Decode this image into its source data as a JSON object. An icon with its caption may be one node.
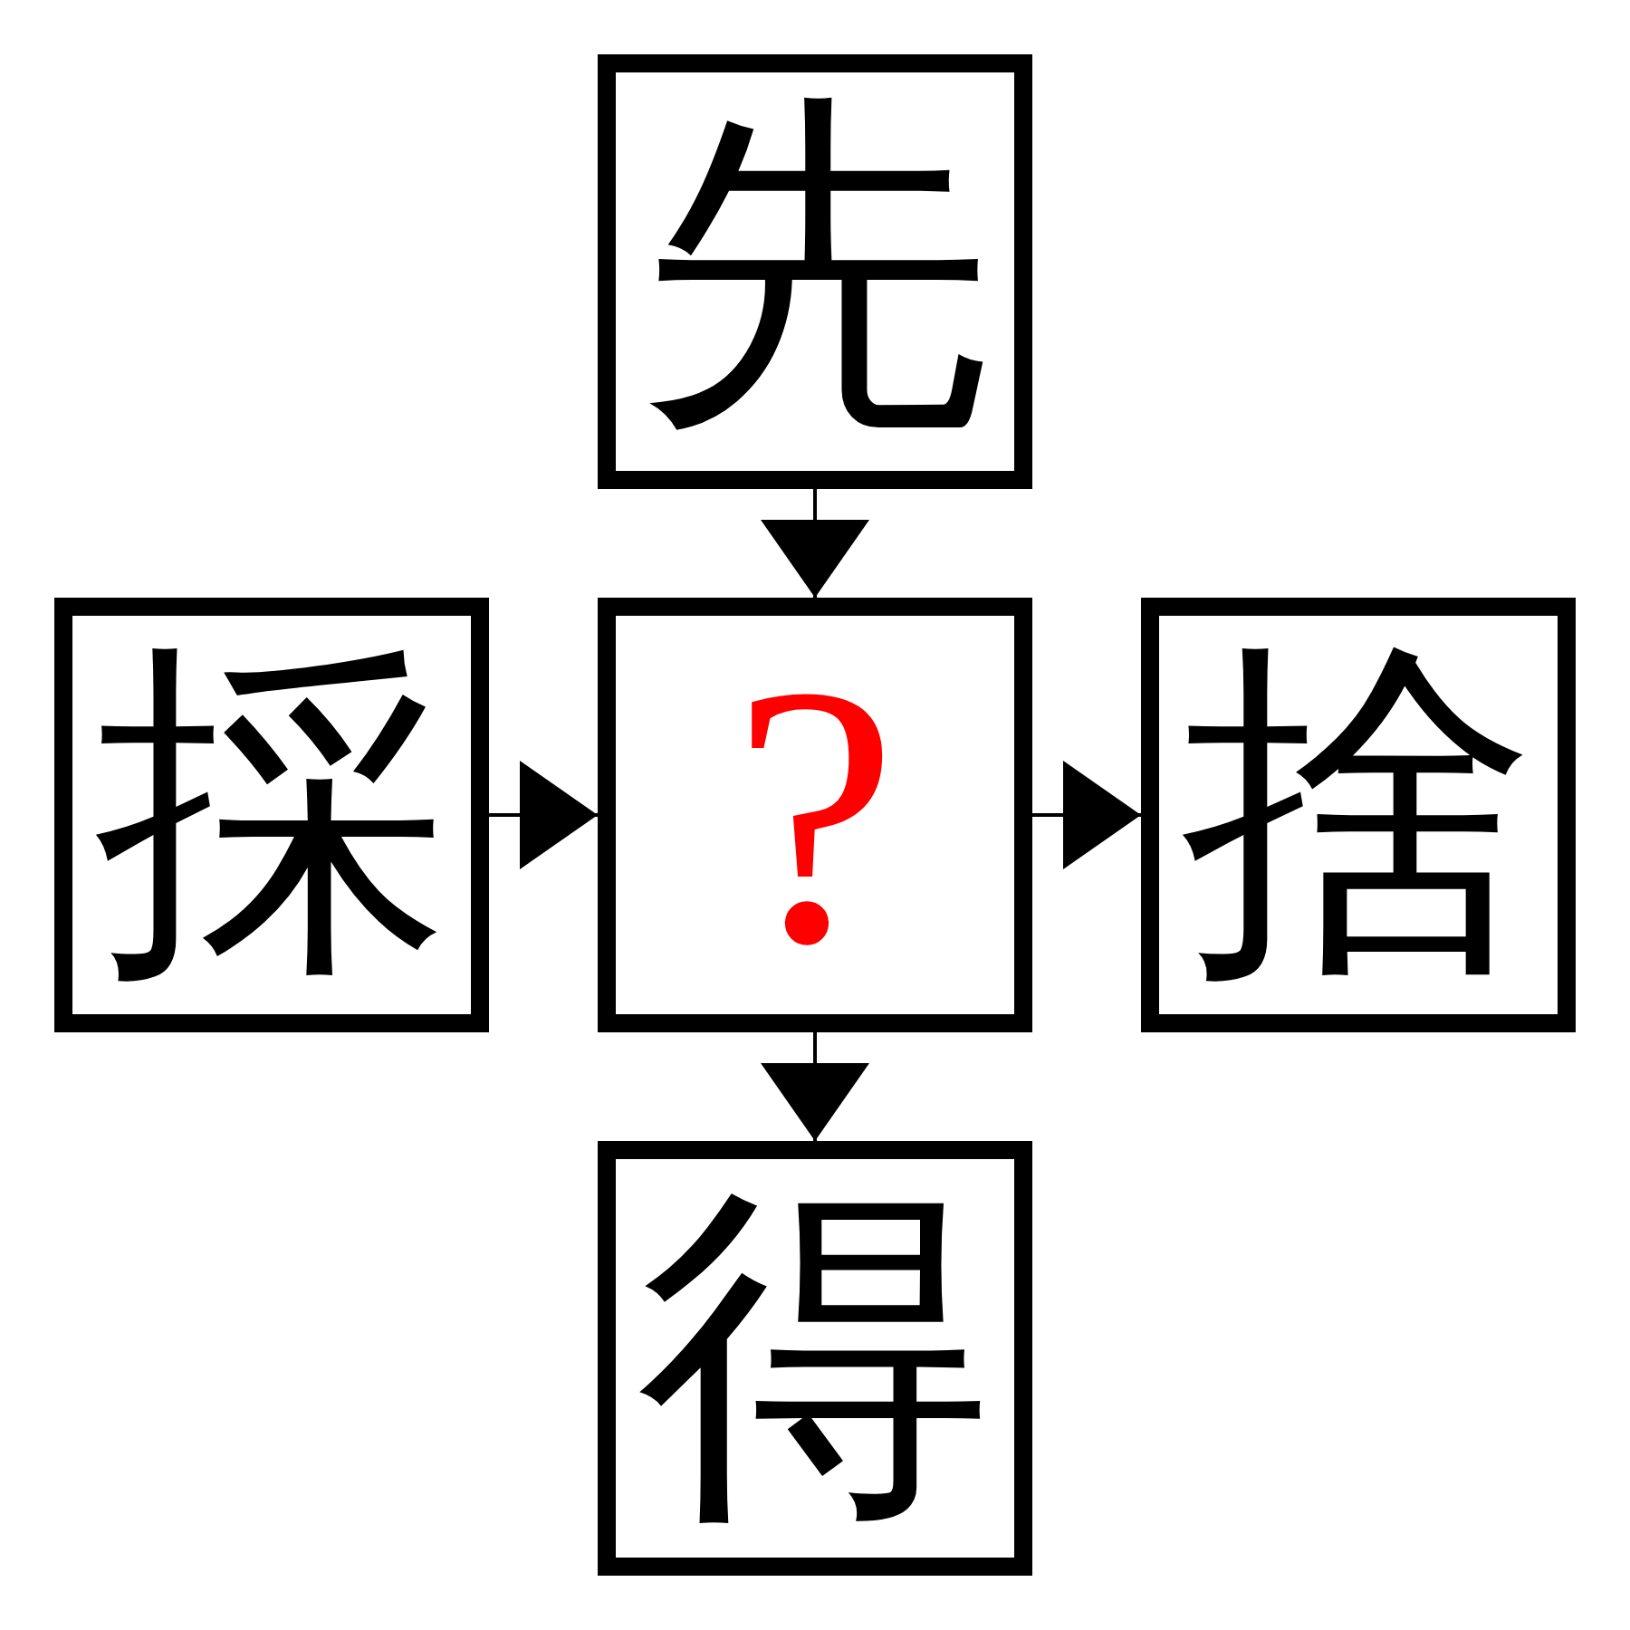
{
  "diagram": {
    "nodes": [
      {
        "text": [
          "先"
        ]
      },
      {
        "text": [
          "採"
        ]
      },
      {
        "text": [
          "?"
        ]
      },
      {
        "text": [
          "捨"
        ]
      },
      {
        "text": [
          "得"
        ]
      }
    ],
    "edges": [
      {
        "from": 0,
        "to": 2,
        "arrow": "to"
      },
      {
        "from": 1,
        "to": 2,
        "arrow": "to"
      },
      {
        "from": 2,
        "to": 3,
        "arrow": "to"
      },
      {
        "from": 2,
        "to": 4,
        "arrow": "to"
      }
    ]
  }
}
